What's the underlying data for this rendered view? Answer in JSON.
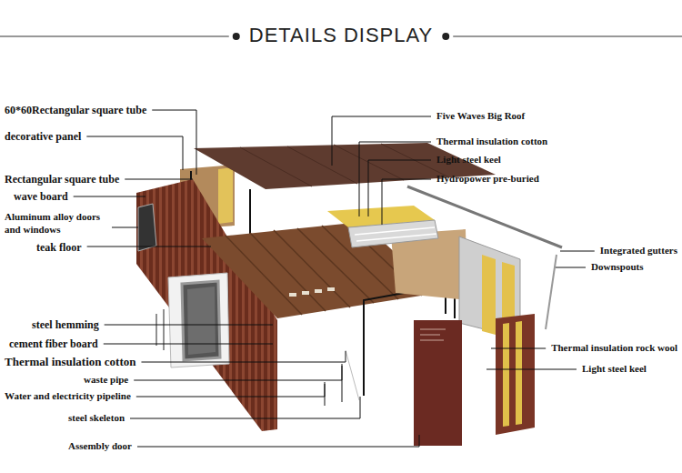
{
  "diagram": {
    "title": "DETAILS DISPLAY",
    "labels": [
      "60*60Rectangular square tube",
      "decorative panel",
      "Rectangular square tube",
      "wave board",
      "Aluminum alloy doors and windows",
      "teak floor",
      "steel hemming",
      "cement fiber board",
      "Thermal insulation cotton",
      "waste pipe",
      "Water and electricity pipeline",
      "steel skeleton",
      "Assembly door",
      "Five Waves Big Roof",
      "Thermal insulation cotton",
      "Light steel keel",
      "Hydropower pre-buried",
      "Integrated gutters",
      "Downspouts",
      "Thermal insulation rock wool",
      "Light steel keel"
    ]
  }
}
